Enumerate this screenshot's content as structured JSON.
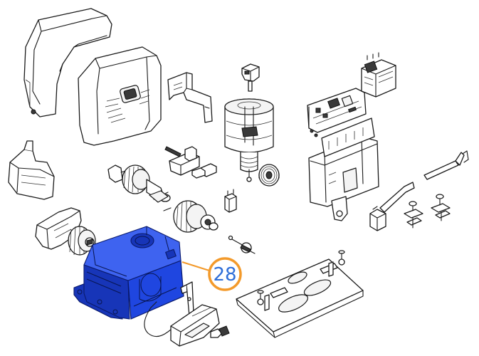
{
  "callout": {
    "label": "28",
    "ring_color": "#f39a2b",
    "text_color": "#2f6fd8"
  },
  "highlight_color": "#1f46e0",
  "parts": [
    "cover-left",
    "cover-right",
    "bracket-top",
    "connector-plug",
    "motor",
    "control-board",
    "transformer",
    "mounting-plate",
    "wiring-left",
    "shaft-gear",
    "switch-block",
    "gear-wheel",
    "release-bracket",
    "gear-pinion",
    "gearbox-housing",
    "small-connectors",
    "rings",
    "screw",
    "base-plate",
    "limit-bracket",
    "spring-wire",
    "release-cover",
    "key",
    "bolts-right"
  ]
}
